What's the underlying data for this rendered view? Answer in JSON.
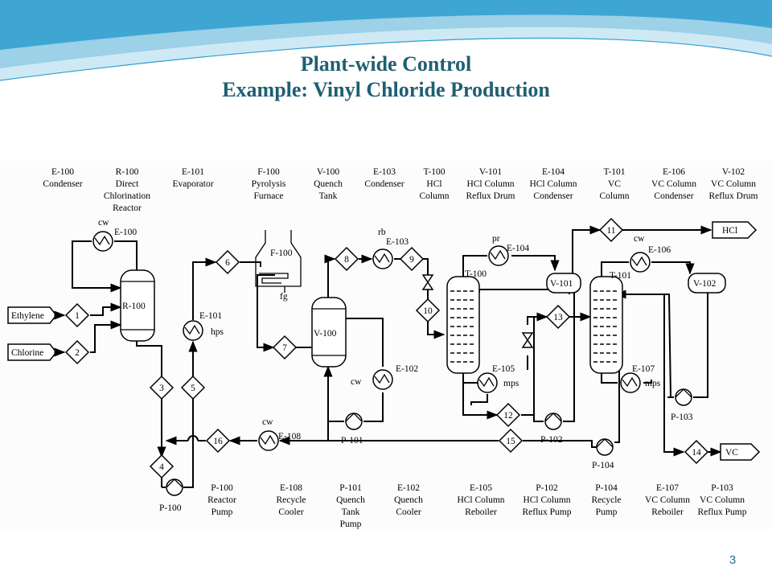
{
  "slide": {
    "title_line1": "Plant-wide Control",
    "title_line2": "Example: Vinyl Chloride Production",
    "page_number": "3"
  },
  "colors": {
    "title": "#1f5f73",
    "banner_light": "#cfe9f4",
    "banner_mid": "#8fcbe4",
    "banner_dark": "#2f9fd0"
  },
  "diagram": {
    "top_labels": [
      {
        "tag": "E-100",
        "name": [
          "Condenser"
        ]
      },
      {
        "tag": "R-100",
        "name": [
          "Direct",
          "Chlorination",
          "Reactor"
        ]
      },
      {
        "tag": "E-101",
        "name": [
          "Evaporator"
        ]
      },
      {
        "tag": "F-100",
        "name": [
          "Pyrolysis",
          "Furnace"
        ]
      },
      {
        "tag": "V-100",
        "name": [
          "Quench",
          "Tank"
        ]
      },
      {
        "tag": "E-103",
        "name": [
          "Condenser"
        ]
      },
      {
        "tag": "T-100",
        "name": [
          "HCl",
          "Column"
        ]
      },
      {
        "tag": "V-101",
        "name": [
          "HCl Column",
          "Reflux Drum"
        ]
      },
      {
        "tag": "E-104",
        "name": [
          "HCl  Column",
          "Condenser"
        ]
      },
      {
        "tag": "T-101",
        "name": [
          "VC",
          "Column"
        ]
      },
      {
        "tag": "E-106",
        "name": [
          "VC Column",
          "Condenser"
        ]
      },
      {
        "tag": "V-102",
        "name": [
          "VC Column",
          "Reflux Drum"
        ]
      }
    ],
    "bottom_labels": [
      {
        "tag": "P-100",
        "name": [
          "Reactor",
          "Pump"
        ]
      },
      {
        "tag": "E-108",
        "name": [
          "Recycle",
          "Cooler"
        ]
      },
      {
        "tag": "P-101",
        "name": [
          "Quench",
          "Tank",
          "Pump"
        ]
      },
      {
        "tag": "E-102",
        "name": [
          "Quench",
          "Cooler"
        ]
      },
      {
        "tag": "E-105",
        "name": [
          "HCl Column",
          "Reboiler"
        ]
      },
      {
        "tag": "P-102",
        "name": [
          "HCl Column",
          "Reflux Pump"
        ]
      },
      {
        "tag": "P-104",
        "name": [
          "Recycle",
          "Pump"
        ]
      },
      {
        "tag": "E-107",
        "name": [
          "VC Column",
          "Reboiler"
        ]
      },
      {
        "tag": "P-103",
        "name": [
          "VC Column",
          "Reflux Pump"
        ]
      }
    ],
    "feeds": [
      "Ethylene",
      "Chlorine"
    ],
    "products": [
      "HCl",
      "VC"
    ],
    "stream_numbers": [
      "1",
      "2",
      "3",
      "4",
      "5",
      "6",
      "7",
      "8",
      "9",
      "10",
      "11",
      "12",
      "13",
      "14",
      "15",
      "16"
    ],
    "equipment_tags": {
      "r100": "R-100",
      "v100": "V-100",
      "f100": "F-100",
      "t100": "T-100",
      "t101": "T-101",
      "v101": "V-101",
      "v102": "V-102",
      "e100": "E-100",
      "e101": "E-101",
      "e102": "E-102",
      "e103": "E-103",
      "e104": "E-104",
      "e105": "E-105",
      "e106": "E-106",
      "e107": "E-107",
      "e108": "E-108",
      "p100": "P-100",
      "p101": "P-101",
      "p102": "P-102",
      "p103": "P-103",
      "p104": "P-104"
    },
    "utilities": {
      "e100": "cw",
      "e101": "hps",
      "f100": "fg",
      "e103": "rb",
      "e104": "pr",
      "e102": "cw",
      "e105": "mps",
      "e106": "cw",
      "e107": "mps",
      "e108": "cw"
    }
  }
}
